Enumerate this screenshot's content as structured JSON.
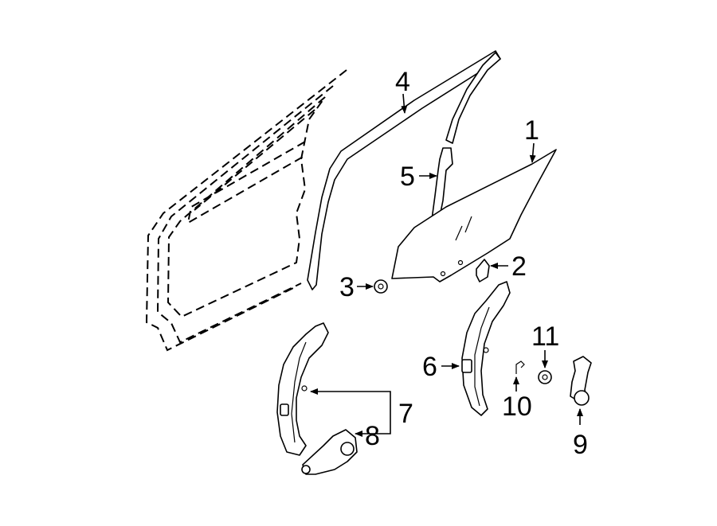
{
  "callouts": [
    {
      "id": "1",
      "label": "1"
    },
    {
      "id": "2",
      "label": "2"
    },
    {
      "id": "3",
      "label": "3"
    },
    {
      "id": "4",
      "label": "4"
    },
    {
      "id": "5",
      "label": "5"
    },
    {
      "id": "6",
      "label": "6"
    },
    {
      "id": "7",
      "label": "7"
    },
    {
      "id": "8",
      "label": "8"
    },
    {
      "id": "9",
      "label": "9"
    },
    {
      "id": "10",
      "label": "10"
    },
    {
      "id": "11",
      "label": "11"
    }
  ],
  "colors": {
    "line": "#000000",
    "background": "#ffffff"
  }
}
